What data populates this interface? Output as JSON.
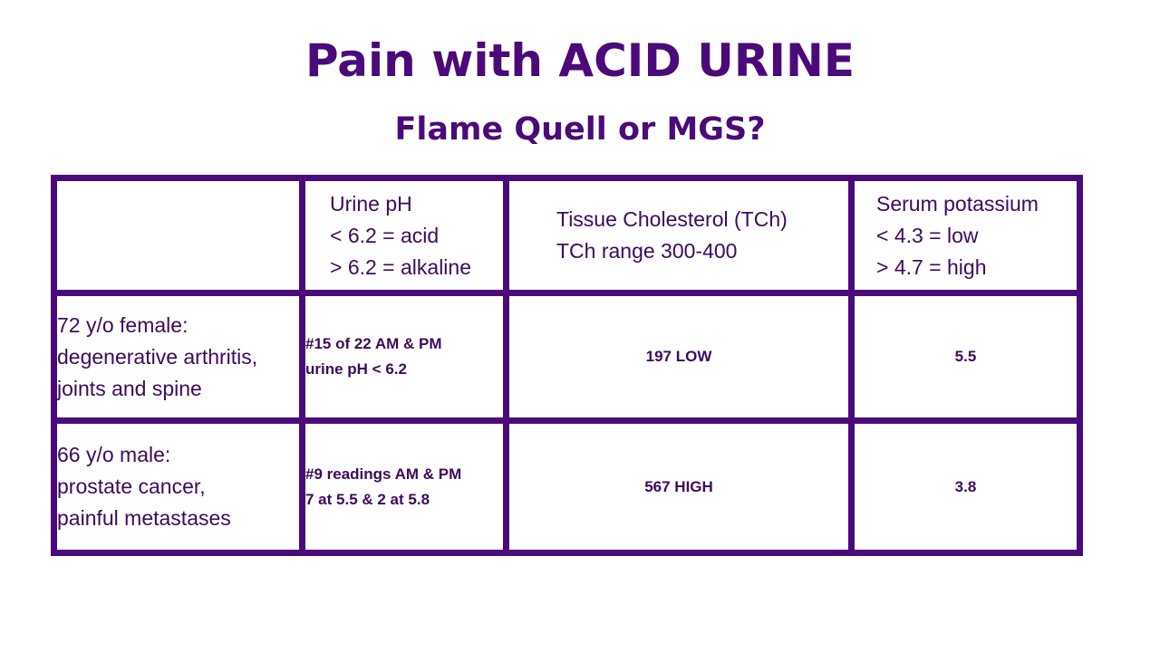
{
  "title": "Pain with ACID URINE",
  "subtitle": "Flame Quell or MGS?",
  "table": {
    "headers": {
      "col1": [
        "",
        "",
        ""
      ],
      "col2": [
        "Urine pH",
        "< 6.2 = acid",
        "> 6.2 = alkaline"
      ],
      "col3": [
        "Tissue Cholesterol (TCh)",
        "TCh range 300-400"
      ],
      "col4": [
        "Serum potassium",
        "< 4.3 = low",
        "> 4.7 = high"
      ]
    },
    "rows": [
      {
        "patient": [
          "72 y/o female:",
          "degenerative arthritis,",
          "joints and spine"
        ],
        "urine_ph": [
          "#15 of 22 AM & PM",
          "urine pH < 6.2"
        ],
        "tissue_cholesterol": "197 LOW",
        "serum_potassium": "5.5"
      },
      {
        "patient": [
          "66 y/o male:",
          "prostate cancer,",
          "painful metastases"
        ],
        "urine_ph": [
          "#9 readings AM & PM",
          "7 at 5.5 & 2 at 5.8"
        ],
        "tissue_cholesterol": "567 HIGH",
        "serum_potassium": "3.8"
      }
    ]
  },
  "colors": {
    "accent": "#4b0a7a",
    "text": "#3d0a5c",
    "background": "#ffffff"
  }
}
